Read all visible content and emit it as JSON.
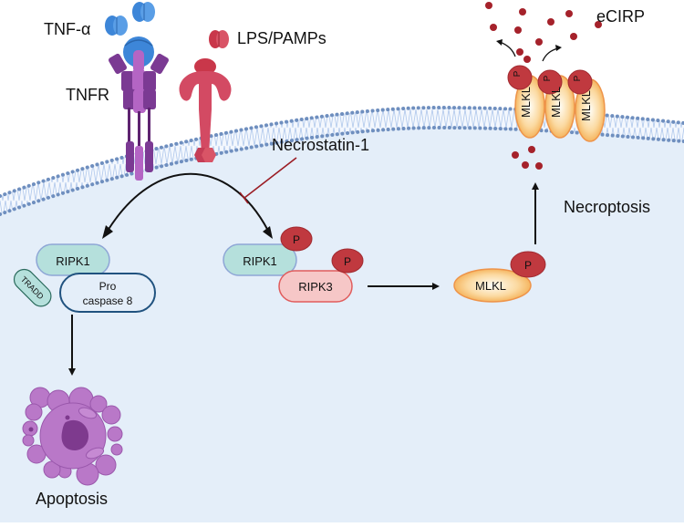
{
  "diagram": {
    "title": "TNF-α / LPS induced apoptosis and necroptosis pathway with eCIRP release",
    "labels": {
      "tnf_alpha": "TNF-α",
      "tnfr": "TNFR",
      "lps": "LPS/PAMPs",
      "necrostatin": "Necrostatin-1",
      "ecirp": "eCIRP",
      "necroptosis": "Necroptosis",
      "apoptosis": "Apoptosis"
    },
    "complex_left": {
      "ripk1": "RIPK1",
      "tradd": "TRADD",
      "procaspase_line1": "Pro",
      "procaspase_line2": "caspase 8"
    },
    "complex_right": {
      "ripk1": "RIPK1",
      "ripk3": "RIPK3",
      "phospho": "P"
    },
    "mlkl": {
      "label": "MLKL",
      "phospho": "P"
    },
    "pore": {
      "units": [
        "MLKL",
        "MLKL",
        "MLKL"
      ],
      "phospho": "P"
    },
    "colors": {
      "cytoplasm": "#e4eef9",
      "membrane_head": "#6f8fbf",
      "membrane_tail": "#a9c3ea",
      "tnf": "#3d86d8",
      "tnfr": "#7b3a93",
      "tnfr_light": "#b465c4",
      "lps": "#c9374a",
      "tlr": "#d34a63",
      "phospho": "#c0393f",
      "ripk1": "#b5e0dc",
      "ripk3": "#f6c7c7",
      "mlkl": "#f4a640",
      "procaspase_border": "#20527f",
      "inhibitor": "#9b1c24",
      "apoptotic_cell": "#b978c8"
    }
  }
}
